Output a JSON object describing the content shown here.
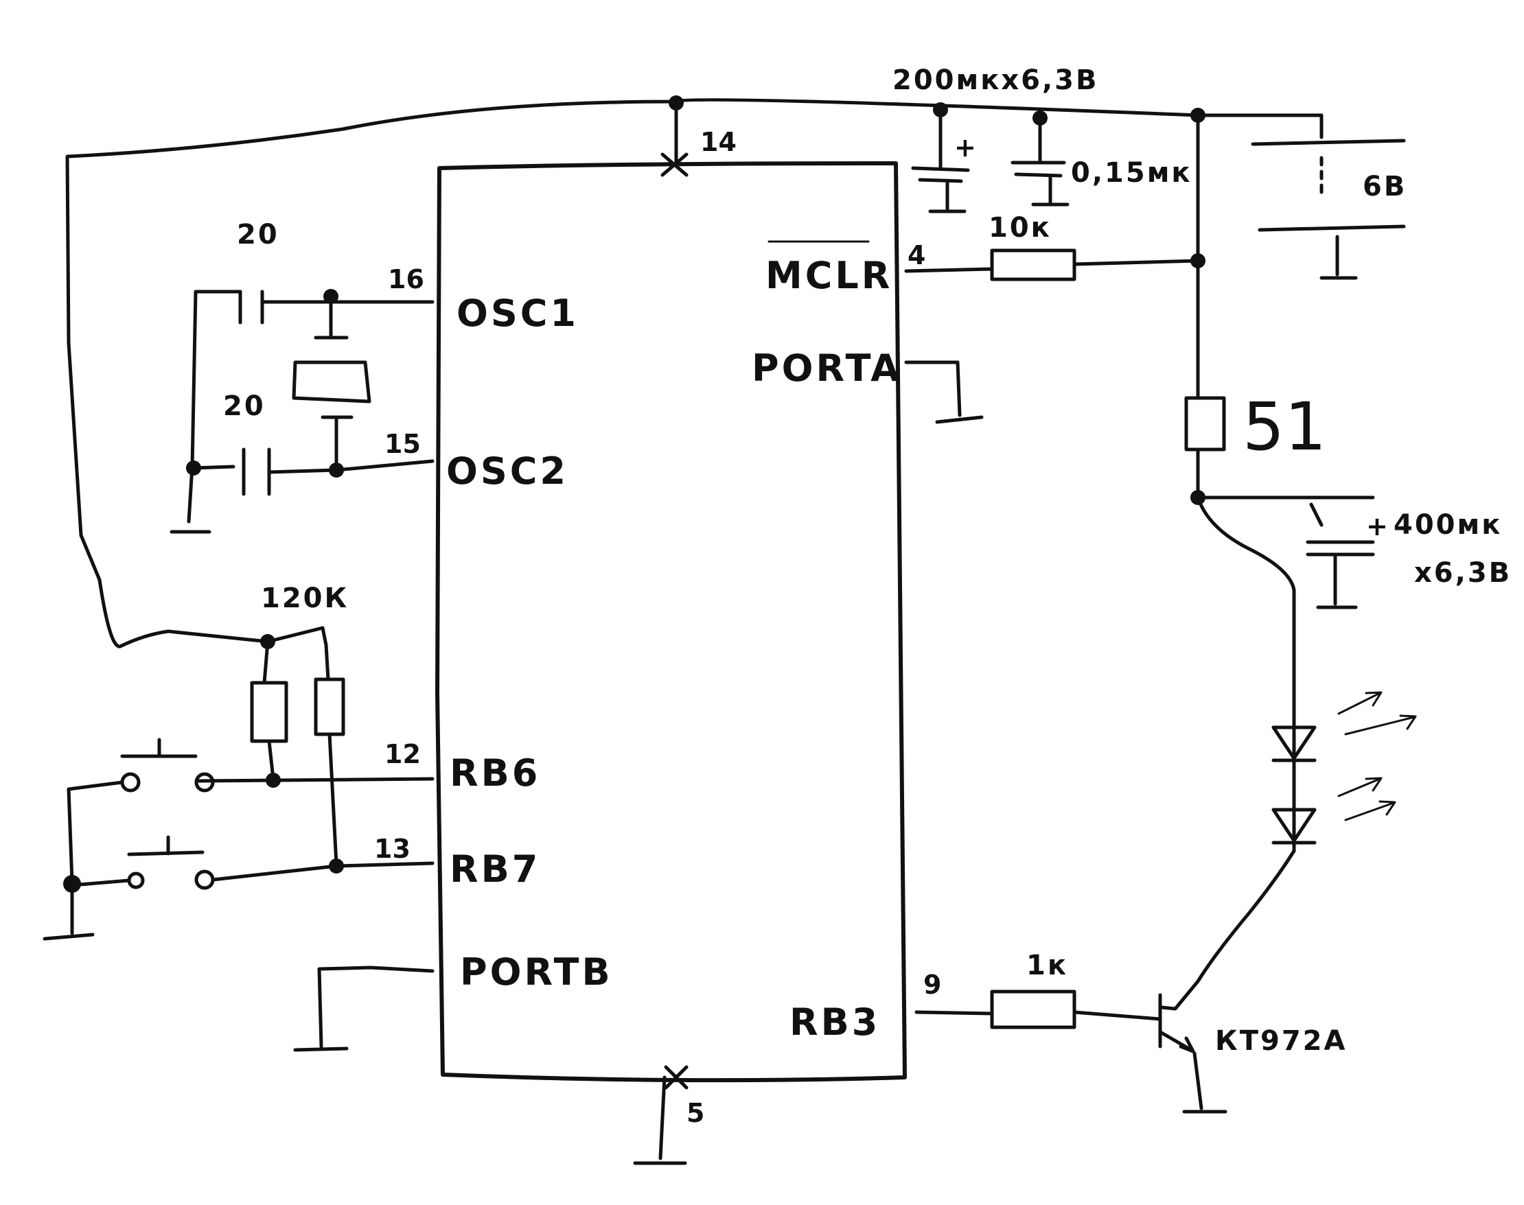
{
  "colors": {
    "ink": "#111111",
    "paper": "#ffffff"
  },
  "mcu": {
    "pins": {
      "vdd": "14",
      "vss": "5",
      "osc1": "16",
      "osc2": "15",
      "mclr": "4",
      "rb6": "12",
      "rb7": "13",
      "rb3": "9"
    },
    "labels": {
      "osc1": "OSC1",
      "osc2": "OSC2",
      "mclr": "MCLR",
      "porta": "PORTA",
      "rb6": "RB6",
      "rb7": "RB7",
      "portb": "PORTB",
      "rb3": "RB3"
    }
  },
  "components": {
    "c_osc1": "20",
    "c_osc2": "20",
    "c_bulk": "200мкх6,3В",
    "c_decoupling": "0,15мк",
    "r_mclr": "10к",
    "battery": "6В",
    "r_led": "51",
    "c_led_value": "400мк",
    "c_led_voltage": "х6,3В",
    "r_pullup": "120К",
    "r_base": "1к",
    "transistor": "КТ972А",
    "plus_sign": "+"
  }
}
